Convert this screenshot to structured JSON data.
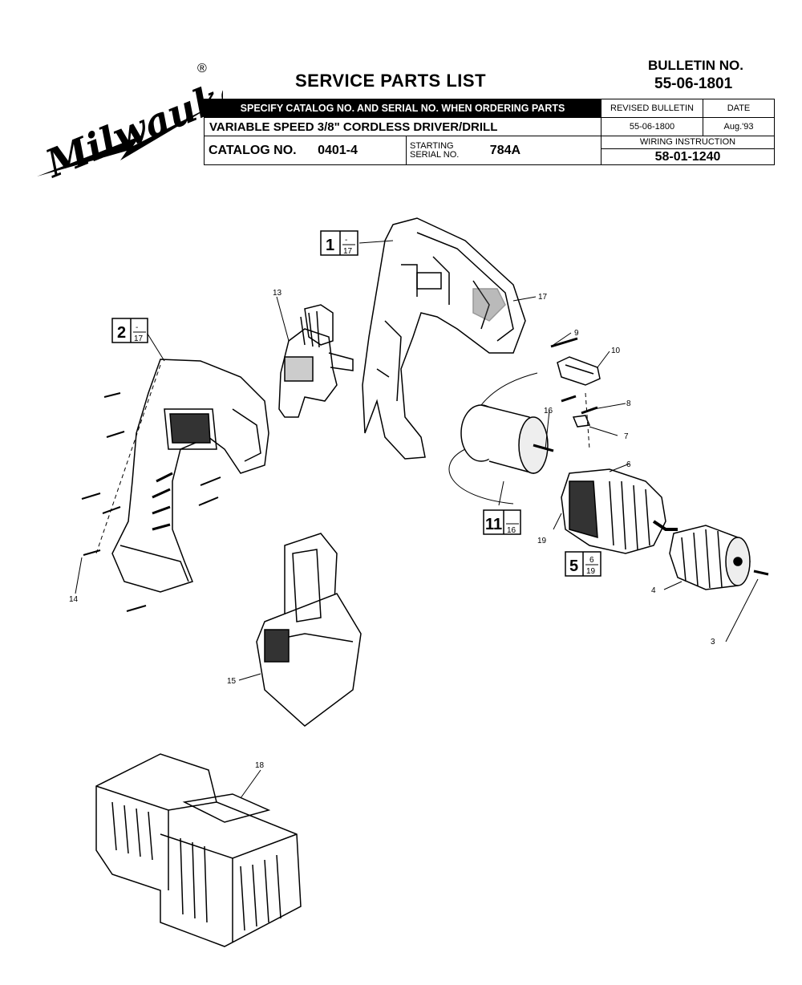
{
  "header": {
    "brand": "Milwaukee",
    "brand_mark": "®",
    "title": "SERVICE PARTS LIST",
    "bulletin_label": "BULLETIN NO.",
    "bulletin_no": "55-06-1801",
    "specify_text": "SPECIFY CATALOG NO. AND SERIAL NO. WHEN ORDERING PARTS",
    "product_name": "VARIABLE SPEED 3/8\" CORDLESS DRIVER/DRILL",
    "catalog_label": "CATALOG NO.",
    "catalog_no": "0401-4",
    "serial_label_1": "STARTING",
    "serial_label_2": "SERIAL NO.",
    "serial_no": "784A",
    "revised_label": "REVISED BULLETIN",
    "revised_value": "55-06-1800",
    "date_label": "DATE",
    "date_value": "Aug.'93",
    "wiring_label": "WIRING INSTRUCTION",
    "wiring_value": "58-01-1240"
  },
  "diagram": {
    "boxed_callouts": [
      {
        "id": "box-1",
        "num": "1",
        "sup": "-",
        "sub": "17"
      },
      {
        "id": "box-2",
        "num": "2",
        "sup": "-",
        "sub": "17"
      },
      {
        "id": "box-11",
        "num": "11",
        "sup": "",
        "sub": "16"
      },
      {
        "id": "box-5",
        "num": "5",
        "sup": "6",
        "sub": "19"
      }
    ],
    "part_numbers": [
      "3",
      "4",
      "6",
      "7",
      "8",
      "9",
      "10",
      "13",
      "14",
      "15",
      "16",
      "17",
      "18",
      "19"
    ]
  }
}
